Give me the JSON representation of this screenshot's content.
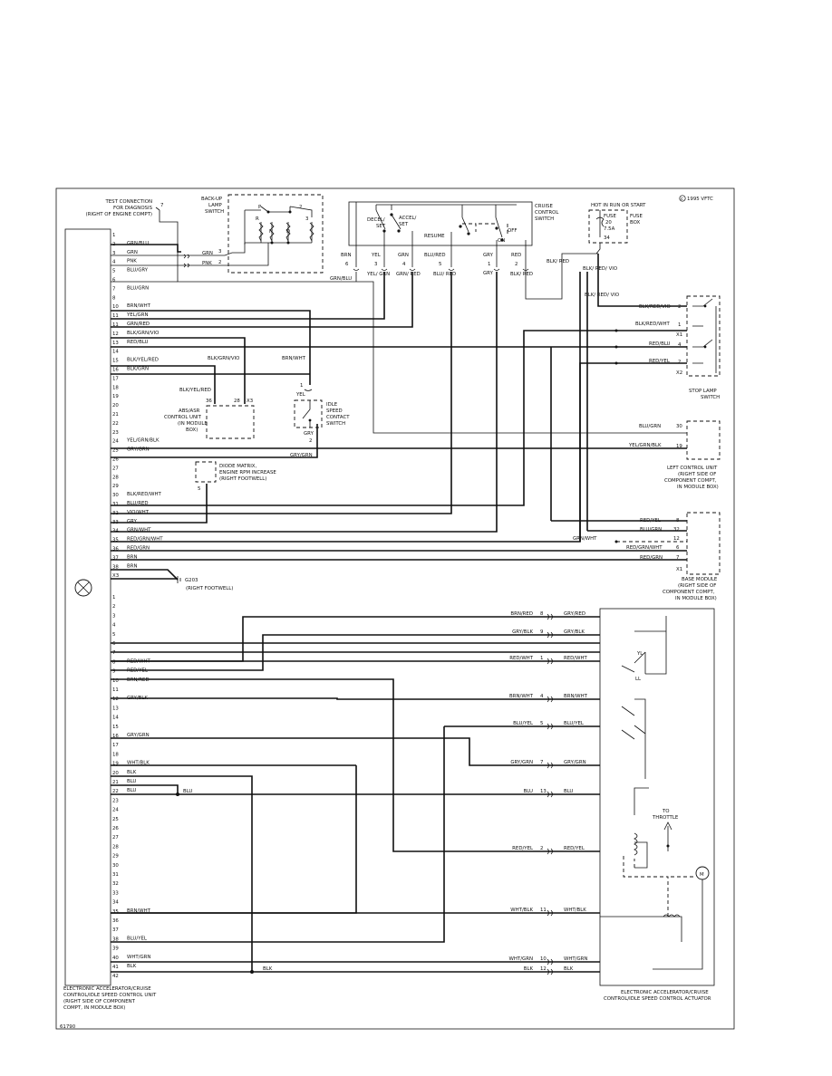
{
  "header": {
    "copyright": "1995 VFTC",
    "test_connection": [
      "TEST CONNECTION",
      "FOR DIAGNOSIS",
      "(RIGHT OF ENGINE COMPT)"
    ],
    "test_connection_pin": "7"
  },
  "components": {
    "backup_lamp_switch": [
      "BACK-UP",
      "LAMP",
      "SWITCH"
    ],
    "backup_switch_letters": [
      "P",
      "2",
      "R",
      "N",
      "D",
      "3"
    ],
    "cruise_control_switch": [
      "CRUISE",
      "CONTROL",
      "SWITCH"
    ],
    "decel_set": [
      "DECEL/",
      "SET"
    ],
    "accel_set": [
      "ACCEL/",
      "SET"
    ],
    "resume": "RESUME",
    "off": "OFF",
    "on": "ON",
    "fuse_box": {
      "hot": "HOT IN RUN OR START",
      "fuse": "FUSE",
      "fuse_num": "20",
      "amps": "7.5A",
      "fuse_box": "FUSE",
      "fuse_box2": "BOX",
      "pin": "34"
    },
    "abs_unit": [
      "ABS/ASR",
      "CONTROL UNIT",
      "(IN MODULE",
      "BOX)"
    ],
    "abs_pins": [
      "36",
      "28",
      "X3"
    ],
    "idle_switch": [
      "IDLE",
      "SPEED",
      "CONTACT",
      "SWITCH"
    ],
    "diode_matrix": [
      "DIODE MATRIX,",
      "ENGINE RPM INCREASE",
      "(RIGHT FOOTWELL)"
    ],
    "diode_pin": "5",
    "stop_lamp_switch": [
      "STOP LAMP",
      "SWITCH"
    ],
    "left_control_unit": [
      "LEFT CONTROL UNIT",
      "(RIGHT SIDE OF",
      "COMPONENT COMPT,",
      "IN MODULE BOX)"
    ],
    "base_module": [
      "BASE MODULE",
      "(RIGHT SIDE OF",
      "COMPONENT COMPT,",
      "IN MODULE BOX)"
    ],
    "ground_g203": [
      "G203",
      "(RIGHT FOOTWELL)"
    ],
    "ecu": [
      "ELECTRONIC ACCELERATOR/CRUISE",
      "CONTROL/IDLE SPEED CONTROL UNIT",
      "(RIGHT SIDE OF COMPONENT",
      "COMPT, IN MODULE BOX)"
    ],
    "actuator": [
      "ELECTRONIC ACCELERATOR/CRUISE",
      "CONTROL/IDLE SPEED CONTROL ACTUATOR"
    ],
    "to_throttle": [
      "TO",
      "THROTTLE"
    ],
    "yl": "YL",
    "ll": "LL",
    "motor": "M",
    "figure_number": "61790"
  },
  "connector_upper": [
    {
      "pin": "1",
      "wire": ""
    },
    {
      "pin": "2",
      "wire": "GRN/BLU"
    },
    {
      "pin": "3",
      "wire": "GRN"
    },
    {
      "pin": "4",
      "wire": "PNK"
    },
    {
      "pin": "5",
      "wire": "BLU/GRY"
    },
    {
      "pin": "6",
      "wire": ""
    },
    {
      "pin": "7",
      "wire": "BLU/GRN"
    },
    {
      "pin": "8",
      "wire": ""
    },
    {
      "pin": "10",
      "wire": "BRN/WHT"
    },
    {
      "pin": "11",
      "wire": "YEL/GRN"
    },
    {
      "pin": "11",
      "wire": "GRN/RED"
    },
    {
      "pin": "12",
      "wire": "BLK/GRN/VIO"
    },
    {
      "pin": "13",
      "wire": "RED/BLU"
    },
    {
      "pin": "14",
      "wire": ""
    },
    {
      "pin": "15",
      "wire": "BLK/YEL/RED"
    },
    {
      "pin": "16",
      "wire": "BLK/GRN"
    },
    {
      "pin": "17",
      "wire": ""
    },
    {
      "pin": "18",
      "wire": ""
    },
    {
      "pin": "19",
      "wire": ""
    },
    {
      "pin": "20",
      "wire": ""
    },
    {
      "pin": "21",
      "wire": ""
    },
    {
      "pin": "22",
      "wire": ""
    },
    {
      "pin": "23",
      "wire": ""
    },
    {
      "pin": "24",
      "wire": "YEL/GRN/BLK"
    },
    {
      "pin": "25",
      "wire": "GRY/GRN"
    },
    {
      "pin": "26",
      "wire": ""
    },
    {
      "pin": "27",
      "wire": ""
    },
    {
      "pin": "28",
      "wire": ""
    },
    {
      "pin": "29",
      "wire": ""
    },
    {
      "pin": "30",
      "wire": "BLK/RED/WHT"
    },
    {
      "pin": "31",
      "wire": "BLU/RED"
    },
    {
      "pin": "32",
      "wire": "VIO/WHT"
    },
    {
      "pin": "33",
      "wire": "GRY"
    },
    {
      "pin": "34",
      "wire": "GRN/WHT"
    },
    {
      "pin": "35",
      "wire": "RED/GRN/WHT"
    },
    {
      "pin": "36",
      "wire": "RED/GRN"
    },
    {
      "pin": "37",
      "wire": "BRN"
    },
    {
      "pin": "38",
      "wire": "BRN"
    },
    {
      "pin": "X3",
      "wire": ""
    }
  ],
  "connector_lower": [
    {
      "pin": "1",
      "wire": ""
    },
    {
      "pin": "2",
      "wire": ""
    },
    {
      "pin": "3",
      "wire": ""
    },
    {
      "pin": "4",
      "wire": ""
    },
    {
      "pin": "5",
      "wire": ""
    },
    {
      "pin": "6",
      "wire": ""
    },
    {
      "pin": "7",
      "wire": ""
    },
    {
      "pin": "8",
      "wire": "RED/WHT"
    },
    {
      "pin": "9",
      "wire": "RED/YEL"
    },
    {
      "pin": "10",
      "wire": "BRN/RED"
    },
    {
      "pin": "11",
      "wire": ""
    },
    {
      "pin": "12",
      "wire": "GRY/BLK"
    },
    {
      "pin": "13",
      "wire": ""
    },
    {
      "pin": "14",
      "wire": ""
    },
    {
      "pin": "15",
      "wire": ""
    },
    {
      "pin": "16",
      "wire": "GRY/GRN"
    },
    {
      "pin": "17",
      "wire": ""
    },
    {
      "pin": "18",
      "wire": ""
    },
    {
      "pin": "19",
      "wire": "WHT/BLK"
    },
    {
      "pin": "20",
      "wire": "BLK"
    },
    {
      "pin": "21",
      "wire": "BLU"
    },
    {
      "pin": "22",
      "wire": "BLU"
    },
    {
      "pin": "23",
      "wire": ""
    },
    {
      "pin": "24",
      "wire": ""
    },
    {
      "pin": "25",
      "wire": ""
    },
    {
      "pin": "26",
      "wire": ""
    },
    {
      "pin": "27",
      "wire": ""
    },
    {
      "pin": "28",
      "wire": ""
    },
    {
      "pin": "29",
      "wire": ""
    },
    {
      "pin": "30",
      "wire": ""
    },
    {
      "pin": "31",
      "wire": ""
    },
    {
      "pin": "32",
      "wire": ""
    },
    {
      "pin": "33",
      "wire": ""
    },
    {
      "pin": "34",
      "wire": ""
    },
    {
      "pin": "35",
      "wire": "BRN/WHT"
    },
    {
      "pin": "36",
      "wire": ""
    },
    {
      "pin": "37",
      "wire": ""
    },
    {
      "pin": "38",
      "wire": "BLU/YEL"
    },
    {
      "pin": "39",
      "wire": ""
    },
    {
      "pin": "40",
      "wire": "WHT/GRN"
    },
    {
      "pin": "41",
      "wire": "BLK"
    },
    {
      "pin": "42",
      "wire": ""
    }
  ],
  "top_wires": [
    {
      "top": "BRN",
      "pin": "6",
      "bottom": "GRN/BLU"
    },
    {
      "top": "YEL",
      "pin": "3",
      "bottom": "YEL/ GRN"
    },
    {
      "top": "GRN",
      "pin": "4",
      "bottom": "GRN/ RED"
    },
    {
      "top": "BLU/RED",
      "pin": "5",
      "bottom": "BLU/ RED"
    },
    {
      "top": "GRY",
      "pin": "1",
      "bottom": "GRY"
    },
    {
      "top": "RED",
      "pin": "2",
      "bottom": "BLK/ RED"
    }
  ],
  "fuse_wires": [
    "BLK/ RED",
    "BLK/ RED/ VIO",
    "BLK/ RED/ VIO"
  ],
  "backup_wires": [
    {
      "wire": "GRN",
      "pin": "3"
    },
    {
      "wire": "PNK",
      "pin": "2"
    }
  ],
  "abs_wires": [
    "BLK/GRN/VIO",
    "BLK/YEL/RED"
  ],
  "idle_wires": {
    "brn_wht": "BRN/WHT",
    "pin1": "1",
    "yel": "YEL",
    "gry": "GRY",
    "pin2": "2",
    "gry_grn": "GRY/GRN"
  },
  "stop_lamp_wires": [
    {
      "wire": "BLK/RED/VIO",
      "pin": "2"
    },
    {
      "wire": "BLK/RED/WHT",
      "pin": "1"
    },
    {
      "wire": "",
      "pin": "X1"
    },
    {
      "wire": "RED/BLU",
      "pin": "4"
    },
    {
      "wire": "RED/YEL",
      "pin": "2"
    },
    {
      "wire": "",
      "pin": "X2"
    }
  ],
  "left_unit_wires": [
    {
      "wire": "BLU/GRN",
      "pin": "30"
    },
    {
      "wire": "YEL/GRN/BLK",
      "pin": "19"
    }
  ],
  "base_module_wires": [
    {
      "wire": "RED/YEL",
      "pin": "8"
    },
    {
      "wire": "BLU/GRN",
      "pin": "32"
    },
    {
      "wire": "GRN/WHT",
      "pin": "12"
    },
    {
      "wire": "RED/GRN/WHT",
      "pin": "6"
    },
    {
      "wire": "RED/GRN",
      "pin": "7"
    },
    {
      "wire": "",
      "pin": "X1"
    }
  ],
  "actuator_wires": [
    {
      "left": "BRN/RED",
      "pin": "8",
      "right": "GRY/RED"
    },
    {
      "left": "GRY/BLK",
      "pin": "9",
      "right": "GRY/BLK"
    },
    {
      "left": "RED/WHT",
      "pin": "1",
      "right": "RED/WHT"
    },
    {
      "left": "BRN/WHT",
      "pin": "4",
      "right": "BRN/WHT"
    },
    {
      "left": "BLU/YEL",
      "pin": "5",
      "right": "BLU/YEL"
    },
    {
      "left": "GRY/GRN",
      "pin": "7",
      "right": "GRY/GRN"
    },
    {
      "left": "BLU",
      "pin": "13",
      "right": "BLU"
    },
    {
      "left": "RED/YEL",
      "pin": "2",
      "right": "RED/YEL"
    },
    {
      "left": "WHT/BLK",
      "pin": "11",
      "right": "WHT/BLK"
    },
    {
      "left": "WHT/GRN",
      "pin": "10",
      "right": "WHT/GRN"
    },
    {
      "left": "BLK",
      "pin": "12",
      "right": "BLK"
    }
  ],
  "splice_labels": {
    "blu": "BLU",
    "blk": "BLK",
    "gry_grn_lower": "GRY/GRN",
    "brn_wht_top": "BRN/WHT"
  }
}
